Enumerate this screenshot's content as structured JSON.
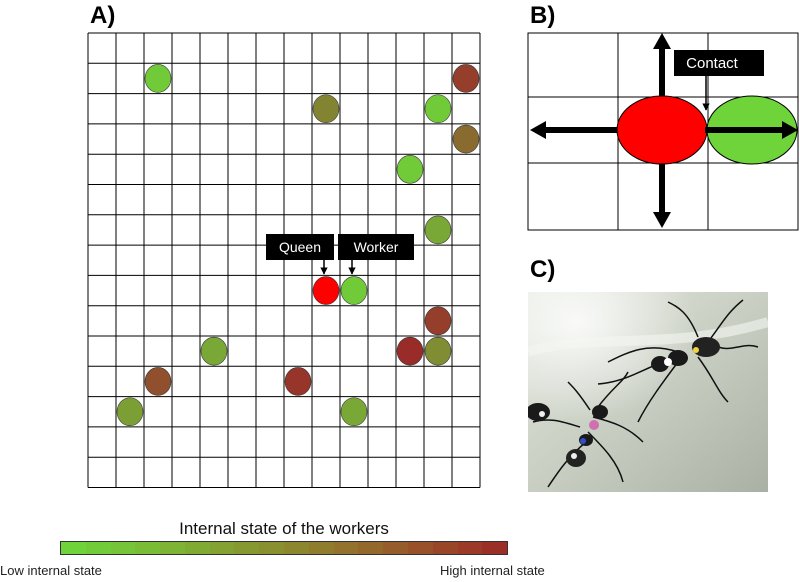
{
  "panels": {
    "a": "A)",
    "b": "B)",
    "c": "C)"
  },
  "labels": {
    "queen": "Queen",
    "worker": "Worker",
    "contact": "Contact"
  },
  "colors": {
    "queen": "#ff0000",
    "worker_low": "#6fd43a",
    "grid_line": "#000000",
    "label_bg": "#000000",
    "label_text": "#ffffff"
  },
  "grid": {
    "cols": 14,
    "rows": 15
  },
  "ants": [
    {
      "col": 2,
      "row": 1,
      "state": 0.05
    },
    {
      "col": 8,
      "row": 2,
      "state": 0.45
    },
    {
      "col": 13,
      "row": 1,
      "state": 0.85
    },
    {
      "col": 12,
      "row": 2,
      "state": 0.05
    },
    {
      "col": 13,
      "row": 3,
      "state": 0.6
    },
    {
      "col": 11,
      "row": 4,
      "state": 0.05
    },
    {
      "col": 12,
      "row": 6,
      "state": 0.25
    },
    {
      "col": 9,
      "row": 8,
      "state": 0.05
    },
    {
      "col": 12,
      "row": 9,
      "state": 0.85
    },
    {
      "col": 4,
      "row": 10,
      "state": 0.25
    },
    {
      "col": 11,
      "row": 10,
      "state": 0.95
    },
    {
      "col": 12,
      "row": 10,
      "state": 0.4
    },
    {
      "col": 2,
      "row": 11,
      "state": 0.75
    },
    {
      "col": 7,
      "row": 11,
      "state": 0.9
    },
    {
      "col": 1,
      "row": 12,
      "state": 0.3
    },
    {
      "col": 9,
      "row": 12,
      "state": 0.25
    }
  ],
  "queen": {
    "col": 8,
    "row": 8
  },
  "scale": {
    "title": "Internal state of the workers",
    "low": "Low internal state",
    "high": "High internal state",
    "steps": [
      "#6fd43a",
      "#72cc39",
      "#76c437",
      "#7abc36",
      "#7eb434",
      "#80ab33",
      "#83a232",
      "#869931",
      "#89902f",
      "#8c862e",
      "#8f7c2d",
      "#92722c",
      "#94672b",
      "#965c2a",
      "#985129",
      "#994628",
      "#9a3a27",
      "#9b2f27"
    ]
  }
}
